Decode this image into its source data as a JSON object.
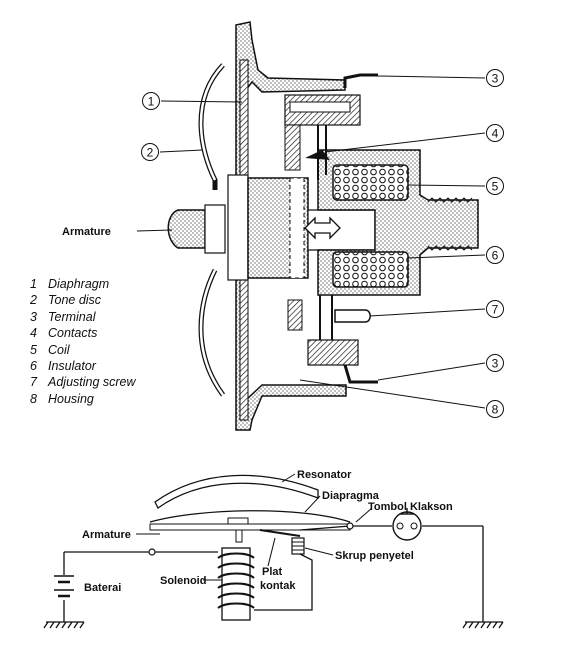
{
  "top": {
    "callouts": [
      "1",
      "2",
      "3",
      "4",
      "5",
      "6",
      "7",
      "3",
      "8"
    ],
    "armature_label": "Armature",
    "legend": [
      {
        "num": "1",
        "text": "Diaphragm"
      },
      {
        "num": "2",
        "text": "Tone disc"
      },
      {
        "num": "3",
        "text": "Terminal"
      },
      {
        "num": "4",
        "text": "Contacts"
      },
      {
        "num": "5",
        "text": "Coil"
      },
      {
        "num": "6",
        "text": "Insulator"
      },
      {
        "num": "7",
        "text": "Adjusting screw"
      },
      {
        "num": "8",
        "text": "Housing"
      }
    ]
  },
  "bottom": {
    "resonator": "Resonator",
    "diapragma": "Diapragma",
    "tombol_klakson": "Tombol Klakson",
    "armature": "Armature",
    "skrup_penyetel": "Skrup penyetel",
    "plat": "Plat",
    "kontak": "kontak",
    "solenoid": "Solenoid",
    "baterai": "Baterai"
  }
}
